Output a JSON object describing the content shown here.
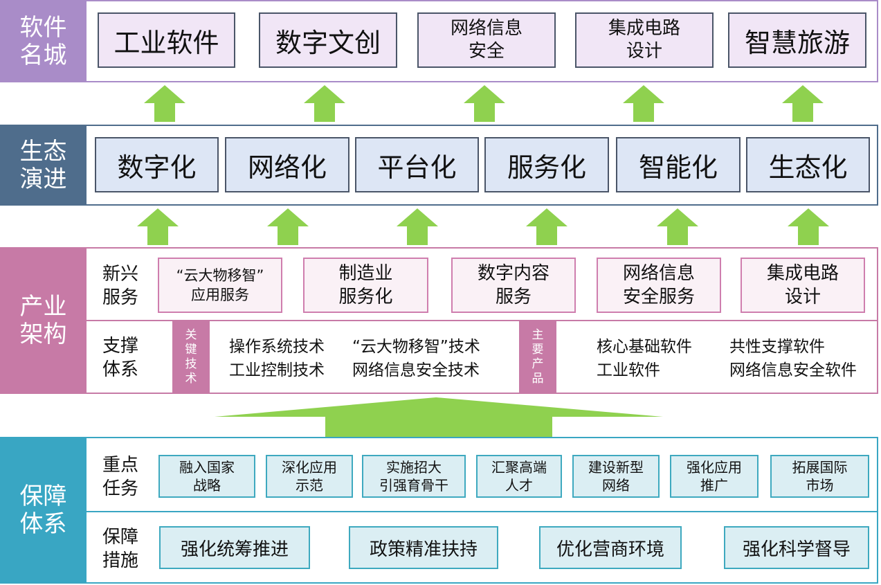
{
  "colors": {
    "purple": "#a98cc8",
    "slate": "#4f6d8c",
    "pink": "#c77aa6",
    "teal": "#39a6c3",
    "arrow_green": "#8fd14f"
  },
  "top": {
    "label": "软件\n名城",
    "items": [
      "工业软件",
      "数字文创",
      "网络信息\n安全",
      "集成电路\n设计",
      "智慧旅游"
    ]
  },
  "eco": {
    "label": "生态\n演进",
    "items": [
      "数字化",
      "网络化",
      "平台化",
      "服务化",
      "智能化",
      "生态化"
    ]
  },
  "industry": {
    "label": "产业\n架构",
    "row1_label": "新兴\n服务",
    "row1_items": [
      "“云大物移智”\n应用服务",
      "制造业\n服务化",
      "数字内容\n服务",
      "网络信息\n安全服务",
      "集成电路\n设计"
    ],
    "row2_label": "支撑\n体系",
    "tag_key": "关\n键\n技\n术",
    "tech_col1": [
      "操作系统技术",
      "工业控制技术"
    ],
    "tech_col2": [
      "“云大物移智”技术",
      "网络信息安全技术"
    ],
    "tag_product": "主\n要\n产\n品",
    "prod_col1": [
      "核心基础软件",
      "工业软件"
    ],
    "prod_col2": [
      "共性支撑软件",
      "网络信息安全软件"
    ]
  },
  "support": {
    "label": "保障\n体系",
    "row1_label": "重点\n任务",
    "tasks": [
      "融入国家\n战略",
      "深化应用\n示范",
      "实施招大\n引强育骨干",
      "汇聚高端\n人才",
      "建设新型\n网络",
      "强化应用\n推广",
      "拓展国际\n市场"
    ],
    "row2_label": "保障\n措施",
    "measures": [
      "强化统筹推进",
      "政策精准扶持",
      "优化营商环境",
      "强化科学督导"
    ]
  }
}
